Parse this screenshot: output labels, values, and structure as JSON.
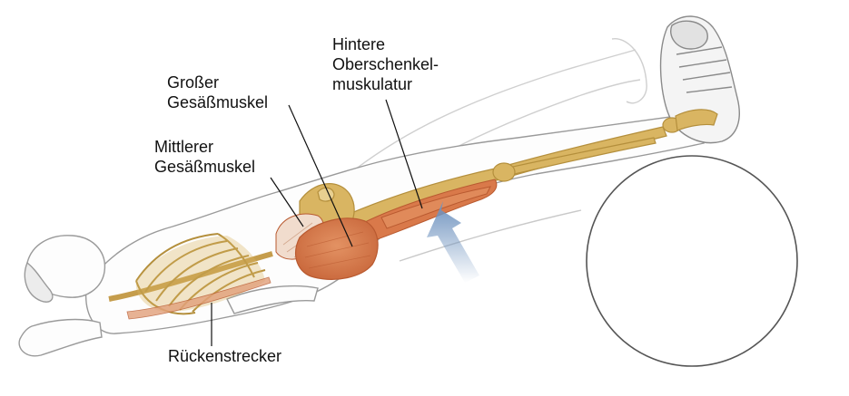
{
  "labels": {
    "hintere": [
      "Hintere",
      "Oberschenkel-",
      "muskulatur"
    ],
    "grosser": [
      "Großer",
      "Gesäßmuskel"
    ],
    "mittlerer": [
      "Mittlerer",
      "Gesäßmuskel"
    ],
    "ruecken": [
      "Rückenstrecker"
    ]
  },
  "colors": {
    "muscle": "#d9794a",
    "muscle_dark": "#b95a30",
    "bone": "#d9b562",
    "bone_dark": "#b48f3c",
    "outline": "#9a9a9a",
    "arrow": "#6f93bf",
    "ball_stroke": "#555555"
  }
}
